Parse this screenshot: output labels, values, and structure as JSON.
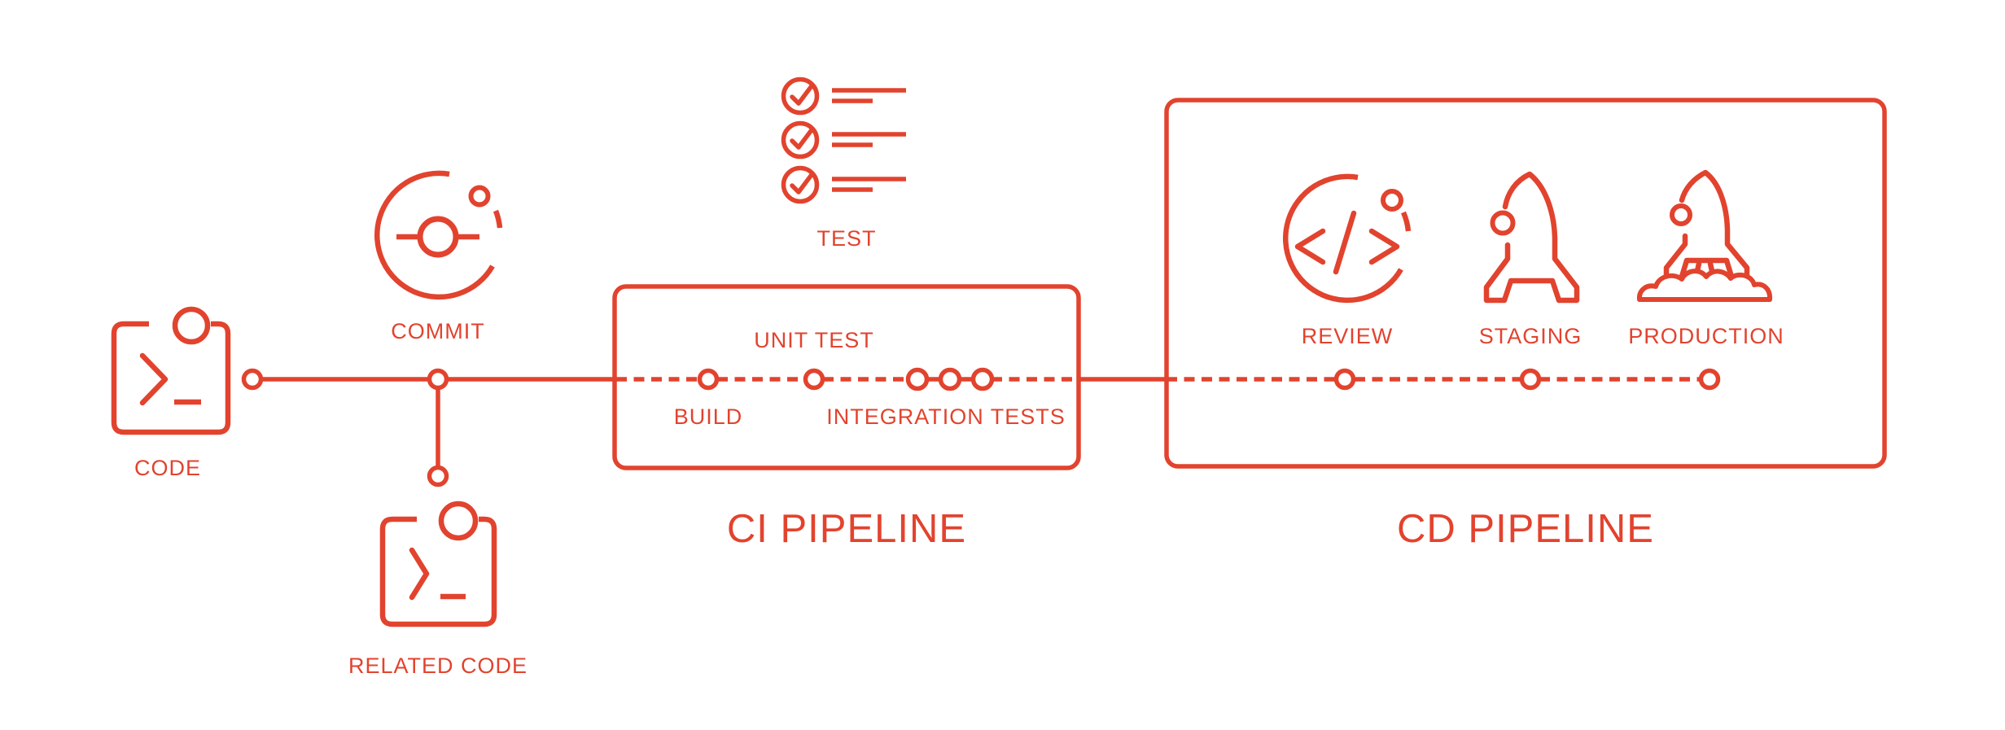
{
  "palette": {
    "accent": "#E2432E",
    "background": "#FFFFFF"
  },
  "diagram": {
    "stages": {
      "code": {
        "label": "CODE"
      },
      "commit": {
        "label": "COMMIT"
      },
      "related_code": {
        "label": "RELATED CODE"
      },
      "test": {
        "label": "TEST"
      }
    },
    "ci": {
      "title": "CI PIPELINE",
      "build_label": "BUILD",
      "unit_test_label": "UNIT TEST",
      "integration_tests_label": "INTEGRATION TESTS"
    },
    "cd": {
      "title": "CD PIPELINE",
      "review_label": "REVIEW",
      "staging_label": "STAGING",
      "production_label": "PRODUCTION"
    }
  }
}
